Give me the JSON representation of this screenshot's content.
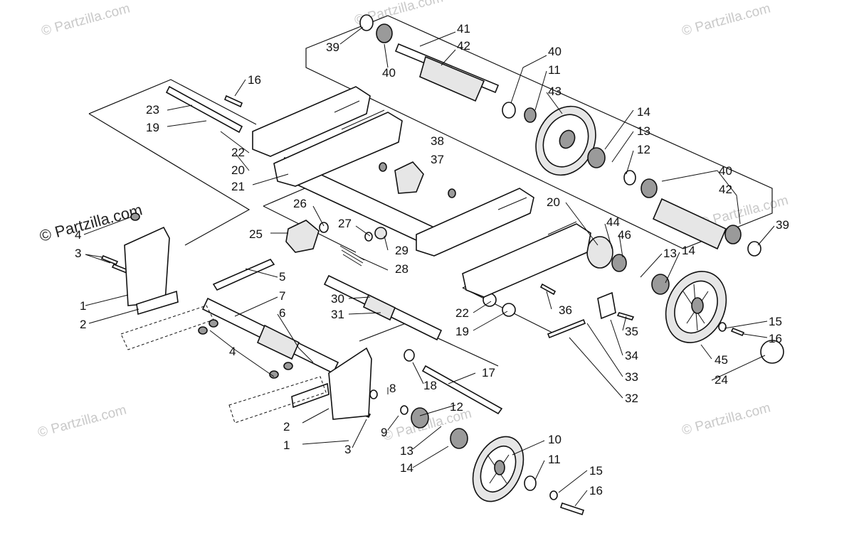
{
  "watermark": {
    "text_light": "© Partzilla.com",
    "text_dark": "© Partzilla.com"
  },
  "labels": [
    {
      "id": "39a",
      "text": "39"
    },
    {
      "id": "40a",
      "text": "40"
    },
    {
      "id": "41",
      "text": "41"
    },
    {
      "id": "42a",
      "text": "42"
    },
    {
      "id": "40b",
      "text": "40"
    },
    {
      "id": "11a",
      "text": "11"
    },
    {
      "id": "43",
      "text": "43"
    },
    {
      "id": "16a",
      "text": "16"
    },
    {
      "id": "23",
      "text": "23"
    },
    {
      "id": "19a",
      "text": "19"
    },
    {
      "id": "22a",
      "text": "22"
    },
    {
      "id": "20a",
      "text": "20"
    },
    {
      "id": "21",
      "text": "21"
    },
    {
      "id": "38",
      "text": "38"
    },
    {
      "id": "37",
      "text": "37"
    },
    {
      "id": "14a",
      "text": "14"
    },
    {
      "id": "13a",
      "text": "13"
    },
    {
      "id": "12a",
      "text": "12"
    },
    {
      "id": "40c",
      "text": "40"
    },
    {
      "id": "42b",
      "text": "42"
    },
    {
      "id": "39b",
      "text": "39"
    },
    {
      "id": "20b",
      "text": "20"
    },
    {
      "id": "44",
      "text": "44"
    },
    {
      "id": "46",
      "text": "46"
    },
    {
      "id": "13b",
      "text": "13"
    },
    {
      "id": "14b",
      "text": "14"
    },
    {
      "id": "4a",
      "text": "4"
    },
    {
      "id": "3a",
      "text": "3"
    },
    {
      "id": "26",
      "text": "26"
    },
    {
      "id": "25",
      "text": "25"
    },
    {
      "id": "27",
      "text": "27"
    },
    {
      "id": "29",
      "text": "29"
    },
    {
      "id": "28",
      "text": "28"
    },
    {
      "id": "5",
      "text": "5"
    },
    {
      "id": "7",
      "text": "7"
    },
    {
      "id": "6",
      "text": "6"
    },
    {
      "id": "1a",
      "text": "1"
    },
    {
      "id": "2a",
      "text": "2"
    },
    {
      "id": "4b",
      "text": "4"
    },
    {
      "id": "30",
      "text": "30"
    },
    {
      "id": "31",
      "text": "31"
    },
    {
      "id": "22b",
      "text": "22"
    },
    {
      "id": "19b",
      "text": "19"
    },
    {
      "id": "36",
      "text": "36"
    },
    {
      "id": "35",
      "text": "35"
    },
    {
      "id": "34",
      "text": "34"
    },
    {
      "id": "33",
      "text": "33"
    },
    {
      "id": "32",
      "text": "32"
    },
    {
      "id": "15a",
      "text": "15"
    },
    {
      "id": "16b",
      "text": "16"
    },
    {
      "id": "45",
      "text": "45"
    },
    {
      "id": "24",
      "text": "24"
    },
    {
      "id": "17",
      "text": "17"
    },
    {
      "id": "18",
      "text": "18"
    },
    {
      "id": "8",
      "text": "8"
    },
    {
      "id": "12b",
      "text": "12"
    },
    {
      "id": "9",
      "text": "9"
    },
    {
      "id": "2b",
      "text": "2"
    },
    {
      "id": "1b",
      "text": "1"
    },
    {
      "id": "3b",
      "text": "3"
    },
    {
      "id": "13c",
      "text": "13"
    },
    {
      "id": "14c",
      "text": "14"
    },
    {
      "id": "10",
      "text": "10"
    },
    {
      "id": "11b",
      "text": "11"
    },
    {
      "id": "15b",
      "text": "15"
    },
    {
      "id": "16c",
      "text": "16"
    }
  ]
}
